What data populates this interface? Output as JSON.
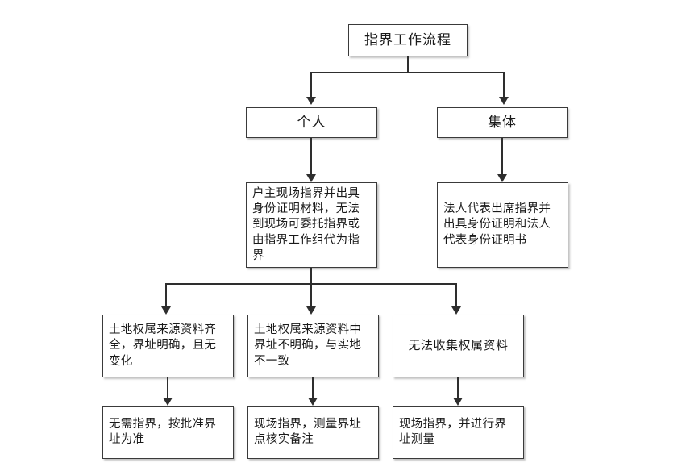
{
  "diagram": {
    "title": "指界工作流程",
    "nodes": {
      "root": {
        "label": "指界工作流程"
      },
      "individual": {
        "label": "个人"
      },
      "collective": {
        "label": "集体"
      },
      "individual_detail": {
        "label": "户主现场指界并出具身份证明材料，无法到现场可委托指界或由指界工作组代为指界"
      },
      "collective_detail": {
        "label": "法人代表出席指界并出具身份证明和法人代表身份证明书"
      },
      "case_complete": {
        "label": "土地权属来源资料齐全，界址明确，且无变化"
      },
      "case_unclear": {
        "label": "土地权属来源资料中界址不明确，与实地不一致"
      },
      "case_missing": {
        "label": "无法收集权属资料"
      },
      "result_complete": {
        "label": "无需指界，按批准界址为准"
      },
      "result_unclear": {
        "label": "现场指界，测量界址点核实备注"
      },
      "result_missing": {
        "label": "现场指界，并进行界址测量"
      }
    },
    "colors": {
      "box_border": "#3a3a3a",
      "connector": "#2e2e2e",
      "background": "#ffffff",
      "text": "#1a1a1a"
    }
  }
}
